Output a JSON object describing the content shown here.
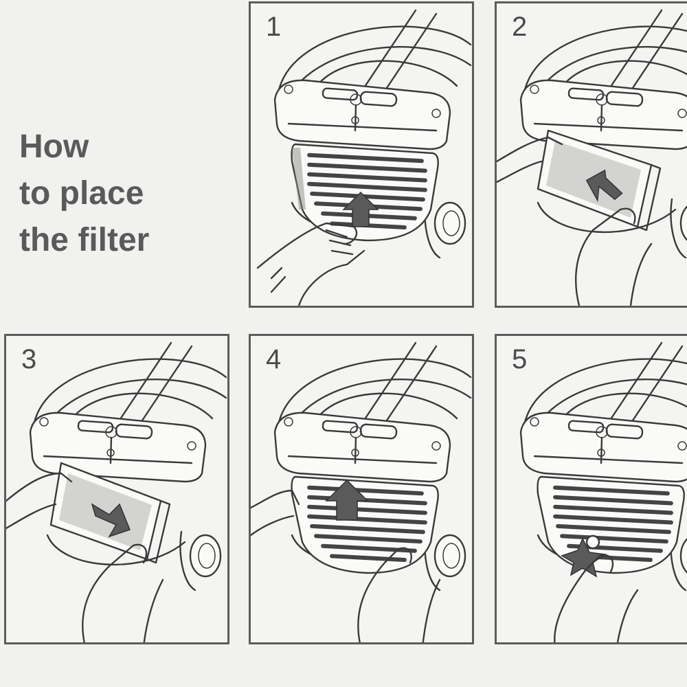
{
  "title": {
    "line1": "How",
    "line2": "to place",
    "line3": "the filter"
  },
  "steps": [
    {
      "number": "1"
    },
    {
      "number": "2"
    },
    {
      "number": "3"
    },
    {
      "number": "4"
    },
    {
      "number": "5"
    }
  ],
  "colors": {
    "background": "#f1f1ef",
    "line": "#3a3a3a",
    "title_text": "#5a5a5a",
    "arrow": "#5a5a5a"
  }
}
